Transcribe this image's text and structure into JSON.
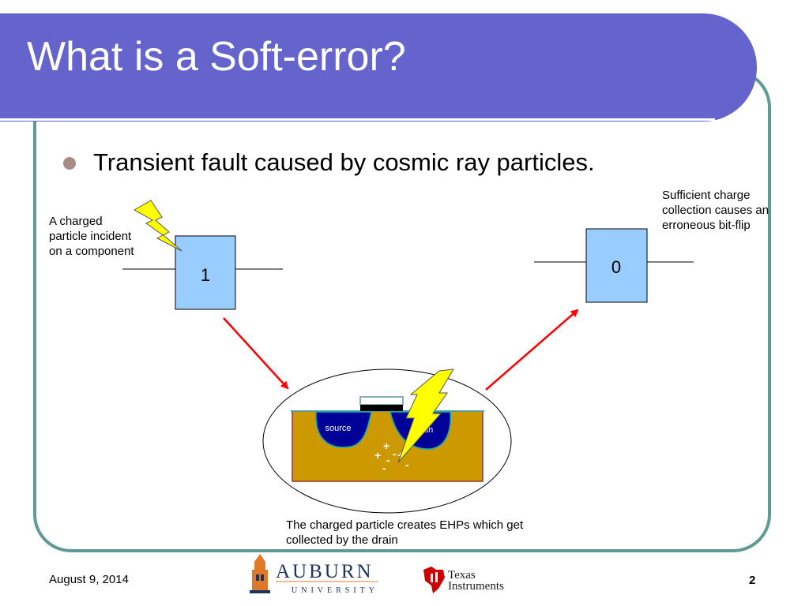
{
  "slide": {
    "title": "What is a Soft-error?",
    "bullet": "Transient fault caused by cosmic ray particles."
  },
  "diagram": {
    "left_cell_value": "1",
    "right_cell_value": "0",
    "note_left": "A charged particle incident on a component",
    "note_right": "Sufficient charge collection causes an erroneous bit-flip",
    "note_bottom": "The charged particle creates EHPs which get collected by the drain",
    "source_label": "source",
    "drain_label": "drain",
    "charge_plus": "+",
    "charge_minus": "-"
  },
  "footer": {
    "date": "August 9, 2014",
    "page_number": "2",
    "logo_auburn_main": "AUBURN",
    "logo_auburn_sub": "UNIVERSITY",
    "logo_ti_line1": "Texas",
    "logo_ti_line2": "Instruments"
  },
  "colors": {
    "title_band": "#6464cc",
    "frame_border": "#5f9a95",
    "cell_fill": "#99ccff",
    "arrow": "#ff0000",
    "lightning": "#ffff00",
    "substrate": "#cc9900",
    "well": "#000099"
  },
  "icons": [
    "lightning-bolt-icon",
    "bullet-dot-icon",
    "auburn-tower-icon",
    "ti-logo-icon"
  ]
}
